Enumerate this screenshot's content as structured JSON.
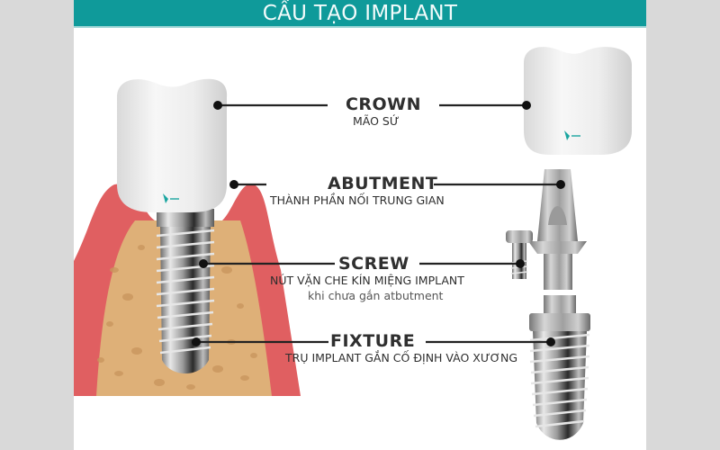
{
  "title": "CẤU TẠO IMPLANT",
  "colors": {
    "title_bar": "#0f9a9a",
    "page_background": "#d9d9d9",
    "gum": "#e05f61",
    "bone": "#deb078",
    "bone_spots": "#c9965e",
    "crown": "#eeeeee",
    "metal": "#8a8a8a",
    "leader_line": "#222222"
  },
  "components": [
    {
      "name": "CROWN",
      "description": "MÃO SỨ",
      "note": ""
    },
    {
      "name": "ABUTMENT",
      "description": "THÀNH PHẦN NỐI TRUNG GIAN",
      "note": ""
    },
    {
      "name": "SCREW",
      "description": "NÚT VẶN CHE KÍN MIỆNG IMPLANT",
      "note": "khi chưa gắn atbutment"
    },
    {
      "name": "FIXTURE",
      "description": "TRỤ IMPLANT GẮN CỐ ĐỊNH VÀO XƯƠNG",
      "note": ""
    }
  ],
  "illustrations": {
    "left": "assembled-implant-in-jaw",
    "right": "exploded-implant-parts"
  }
}
